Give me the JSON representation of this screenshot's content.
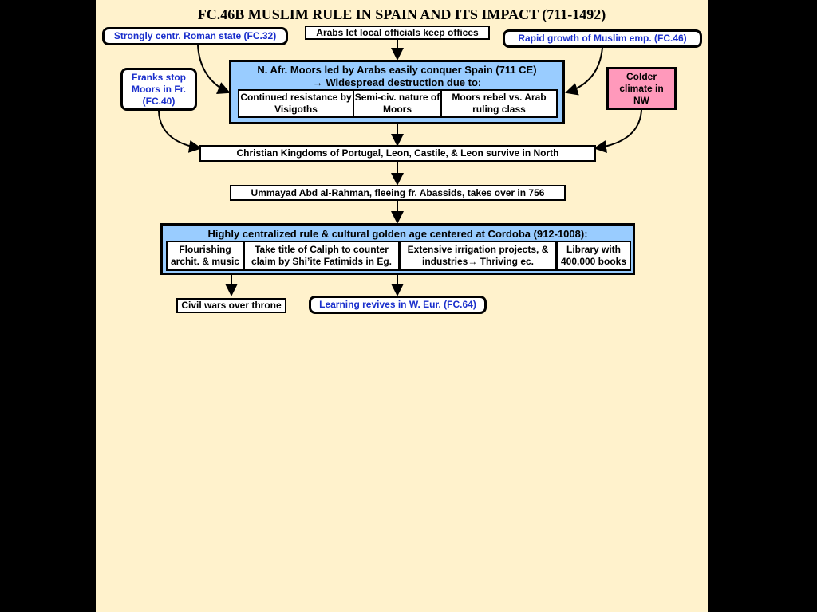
{
  "title": "FC.46B MUSLIM RULE IN SPAIN AND ITS IMPACT (711-1492)",
  "top_boxes": {
    "roman_state": "Strongly centr. Roman state (FC.32)",
    "local_officials": "Arabs let local officials keep offices",
    "rapid_growth": "Rapid growth of Muslim emp. (FC.46)"
  },
  "side_boxes": {
    "franks": "Franks stop Moors in Fr. (FC.40)",
    "colder": "Colder climate in NW"
  },
  "conquest_panel": {
    "heading_line1": "N. Afr. Moors led by Arabs easily conquer Spain (711 CE)",
    "heading_line2": "→ Widespread destruction due to:",
    "cells": [
      "Continued resistance by Visigoths",
      "Semi-civ. nature of Moors",
      "Moors rebel vs. Arab ruling class"
    ]
  },
  "christian_kingdoms": "Christian Kingdoms of Portugal, Leon, Castile, & Leon survive in North",
  "ummayad": "Ummayad Abd al-Rahman, fleeing fr. Abassids, takes over in 756",
  "cordoba_panel": {
    "heading": "Highly centralized rule & cultural golden age centered at Cordoba (912-1008):",
    "cells": [
      "Flourishing archit. & music",
      "Take title of Caliph to counter claim by Shi’ite Fatimids in Eg.",
      "Extensive irrigation projects, & industries→ Thriving ec.",
      "Library with 400,000 books"
    ]
  },
  "outcomes": {
    "civil_wars": "Civil wars over throne",
    "learning": "Learning revives in W. Eur. (FC.64)"
  },
  "colors": {
    "slide_bg": "#fff2cc",
    "panel_bg": "#99ccff",
    "link_text": "#1a2fcc",
    "highlight_box": "#ff99bb"
  }
}
